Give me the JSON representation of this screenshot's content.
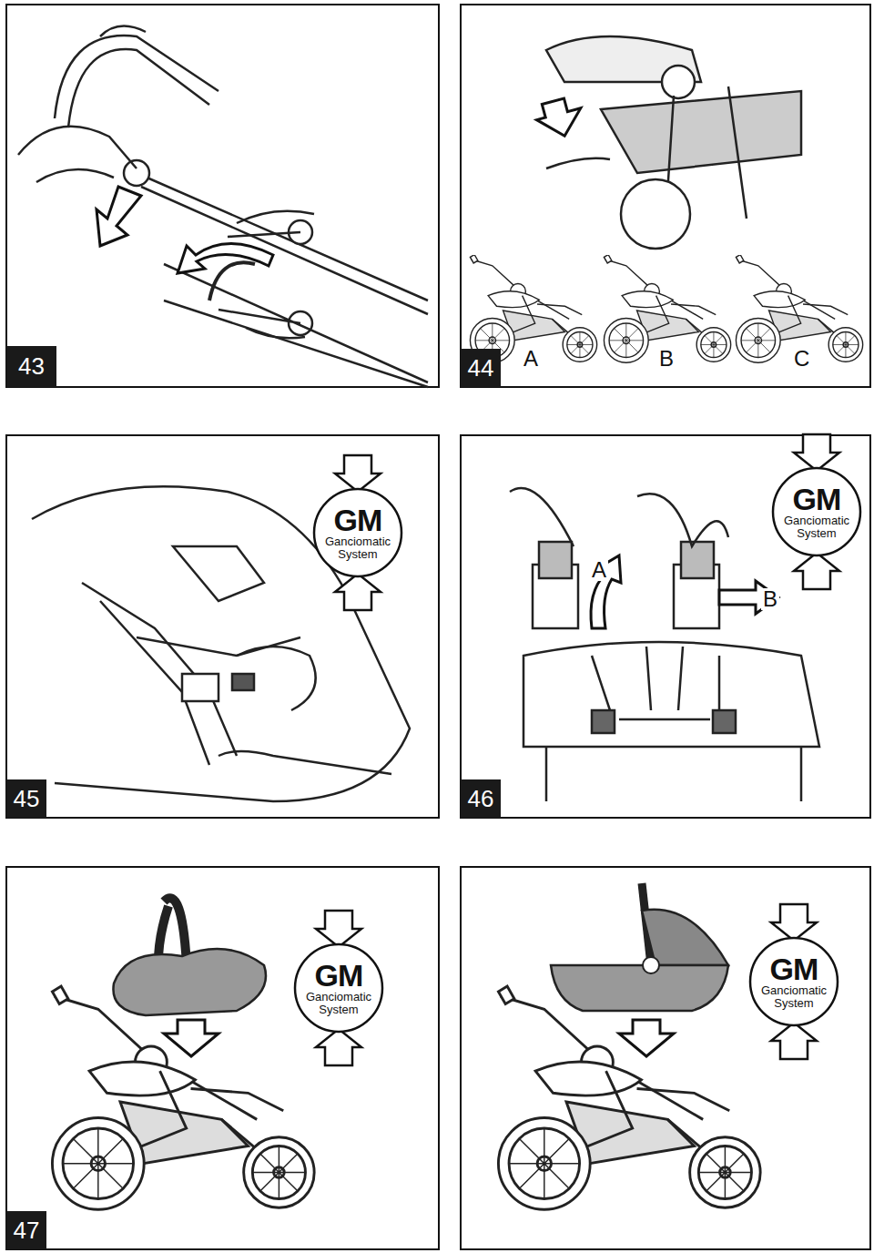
{
  "diagram": {
    "nodes": [
      {
        "text": [
          "43"
        ]
      },
      {
        "text": [
          "44"
        ]
      },
      {
        "text": [
          "GM",
          "Ganciomatic System"
        ]
      },
      {
        "text": [
          "45"
        ]
      },
      {
        "text": [
          "GM",
          "Ganciomatic System"
        ]
      },
      {
        "text": [
          "46"
        ]
      },
      {
        "text": [
          "GM",
          "Ganciomatic System"
        ]
      },
      {
        "text": [
          "47"
        ]
      },
      {
        "text": [
          "GM",
          "Ganciomatic System"
        ]
      }
    ],
    "labels": [
      "A",
      "B",
      "C",
      "A",
      "B"
    ]
  }
}
